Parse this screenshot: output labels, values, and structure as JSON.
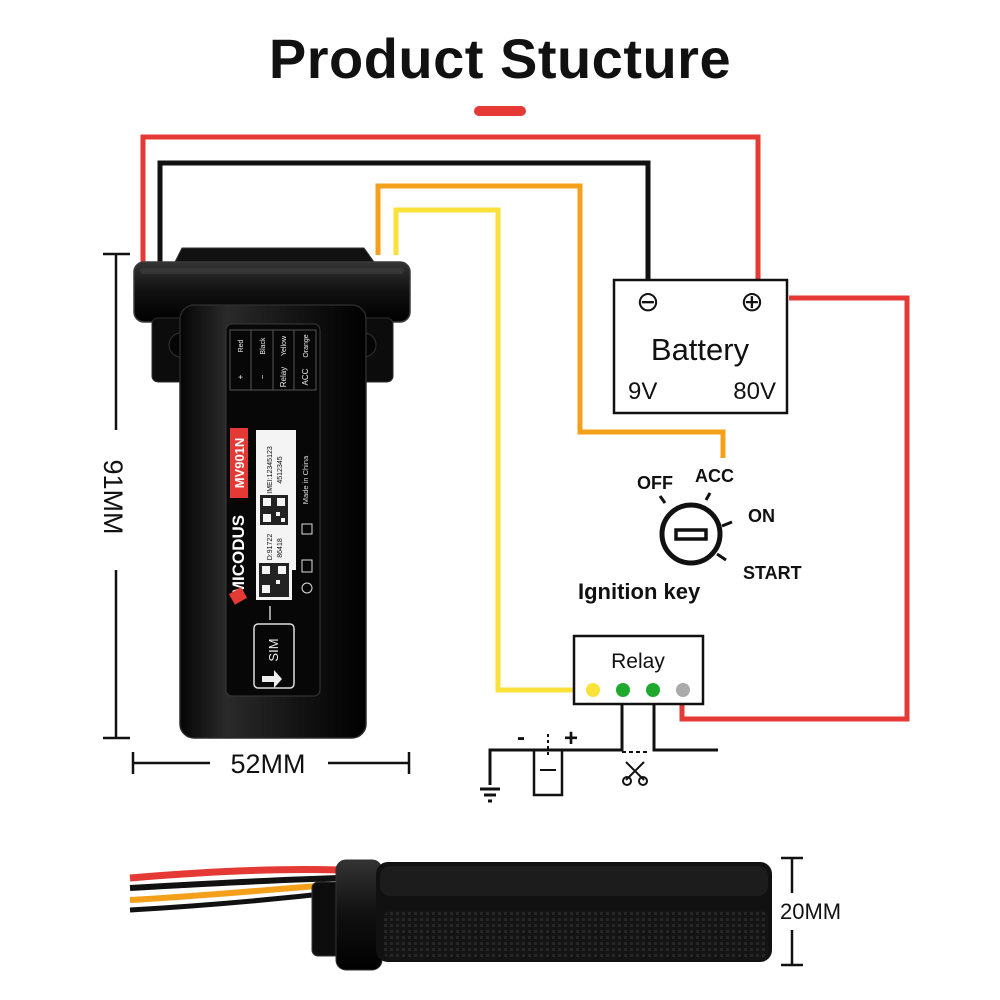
{
  "title": "Product Stucture",
  "accent_color": "#e53935",
  "wire_colors": {
    "red": "#e53935",
    "black": "#111111",
    "orange": "#f5a01a",
    "yellow": "#fbe23a"
  },
  "dimensions": {
    "height": "91MM",
    "width": "52MM",
    "thickness": "20MM"
  },
  "device": {
    "brand": "MICODUS",
    "model": "MV901N",
    "imei_label": "IMEI:12345123",
    "imei_line2": "4512345",
    "id_label": "ID:91722",
    "id_line2": "86418",
    "made_in": "Made in China",
    "sim_label": "SIM",
    "wire_labels": [
      {
        "sign": "+",
        "name": "Red"
      },
      {
        "sign": "−",
        "name": "Black"
      },
      {
        "sign": "Relay",
        "name": "Yellow"
      },
      {
        "sign": "ACC",
        "name": "Orange"
      }
    ]
  },
  "battery": {
    "title": "Battery",
    "minus": "⊖",
    "plus": "⊕",
    "min_voltage": "9V",
    "max_voltage": "80V"
  },
  "ignition": {
    "label": "Ignition key",
    "off": "OFF",
    "acc": "ACC",
    "on": "ON",
    "start": "START"
  },
  "relay": {
    "label": "Relay",
    "pins": [
      {
        "color": "#fbe23a"
      },
      {
        "color": "#1faa2e"
      },
      {
        "color": "#1faa2e"
      },
      {
        "color": "#aaaaaa"
      }
    ],
    "minus": "-",
    "plus": "+"
  }
}
